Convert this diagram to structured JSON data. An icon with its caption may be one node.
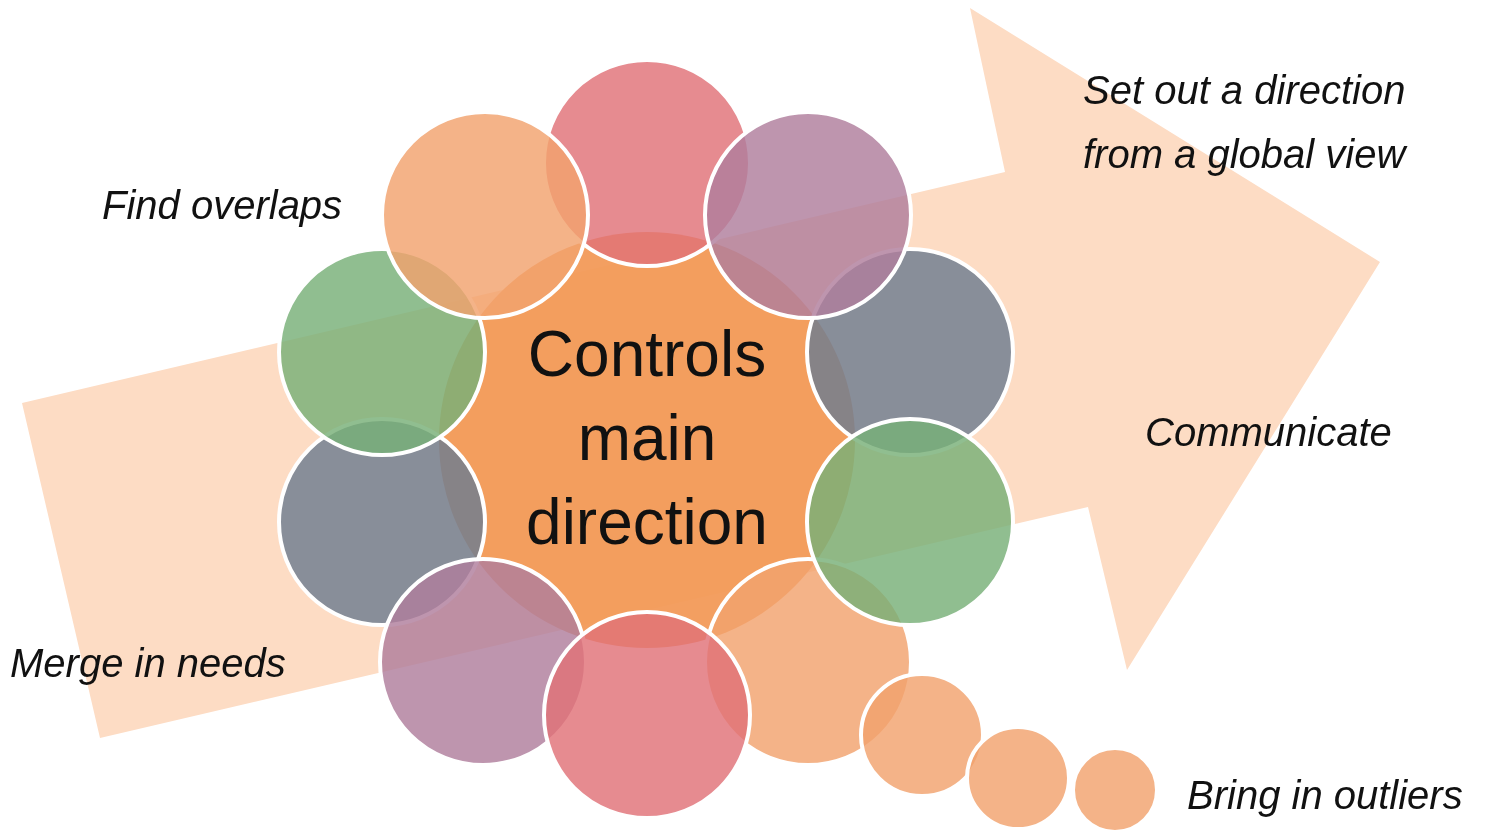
{
  "diagram": {
    "nodes": [
      {
        "text": [
          "Controls main direction"
        ]
      },
      {
        "text": [],
        "shape": "circle"
      },
      {
        "text": [],
        "shape": "circle"
      },
      {
        "text": [],
        "shape": "circle"
      },
      {
        "text": [],
        "shape": "circle"
      },
      {
        "text": [],
        "shape": "circle"
      },
      {
        "text": [],
        "shape": "circle"
      },
      {
        "text": [],
        "shape": "circle"
      },
      {
        "text": [],
        "shape": "circle"
      },
      {
        "text": [],
        "shape": "circle"
      },
      {
        "text": [],
        "shape": "circle"
      },
      {
        "text": [],
        "shape": "circle"
      },
      {
        "text": [],
        "shape": "circle"
      },
      {
        "text": [],
        "shape": "circle"
      }
    ],
    "labels": [
      "Set out a direction from a global view",
      "Find overlaps",
      "Communicate",
      "Merge in needs",
      "Bring in outliers"
    ]
  }
}
